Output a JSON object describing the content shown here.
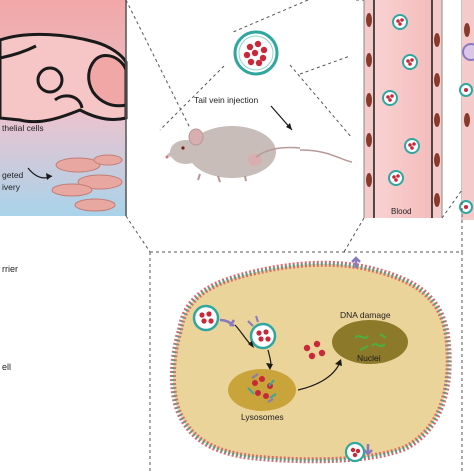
{
  "labels": {
    "endothelial": "thelial cells",
    "targeted_1": "geted",
    "targeted_2": "ivery",
    "tail_vein": "Tail vein injection",
    "blood": "Blood",
    "carrier": "rrier",
    "cell": "ell",
    "dna_damage": "DNA damage",
    "nuclei": "Nuclei",
    "lysosomes": "Lysosomes"
  },
  "colors": {
    "tissue_top": "#f2a7a7",
    "tissue_bottom": "#a9d3ea",
    "cell_fill": "#ead49a",
    "vessel_fill": "#f6c2c2",
    "nanoparticle_ring": "#2fa7a0",
    "nanoparticle_core": "#c8283a",
    "organelle_fill": "#c9a43a",
    "nucleus_fill": "#8c7a2a",
    "membrane_red": "#e06a6a",
    "membrane_teal": "#3aa6a0",
    "receptor": "#8a78c0",
    "dna": "#4caf3f"
  }
}
